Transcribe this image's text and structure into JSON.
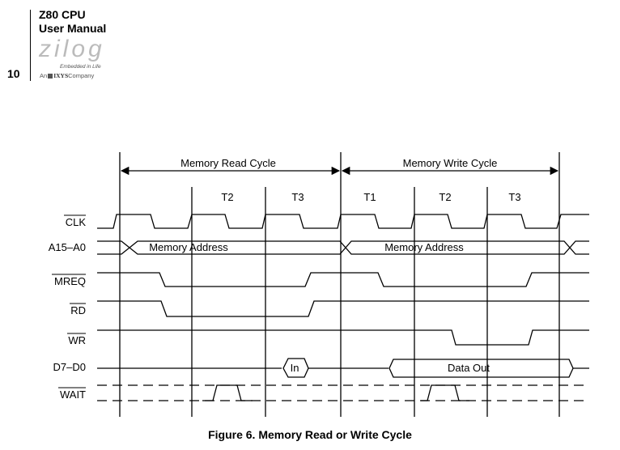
{
  "header": {
    "title_line1": "Z80 CPU",
    "title_line2": "User Manual",
    "page_number": "10",
    "logo": {
      "word": "zilog",
      "tagline": "Embedded in Life",
      "company_prefix": "An",
      "company_name": "IXYS",
      "company_suffix": "Company"
    }
  },
  "diagram": {
    "cycles": [
      {
        "label": "Memory Read Cycle"
      },
      {
        "label": "Memory Write Cycle"
      }
    ],
    "states": [
      "T2",
      "T3",
      "T1",
      "T2",
      "T3"
    ],
    "signals": [
      {
        "name": "CLK",
        "overbar": true
      },
      {
        "name": "A15–A0",
        "overbar": false
      },
      {
        "name": "MREQ",
        "overbar": true
      },
      {
        "name": "RD",
        "overbar": true
      },
      {
        "name": "WR",
        "overbar": true
      },
      {
        "name": "D7–D0",
        "overbar": false
      },
      {
        "name": "WAIT",
        "overbar": true
      }
    ],
    "bus_labels": {
      "address_read": "Memory Address",
      "address_write": "Memory Address",
      "data_in": "In",
      "data_out": "Data Out"
    }
  },
  "caption": "Figure 6. Memory Read or Write Cycle"
}
